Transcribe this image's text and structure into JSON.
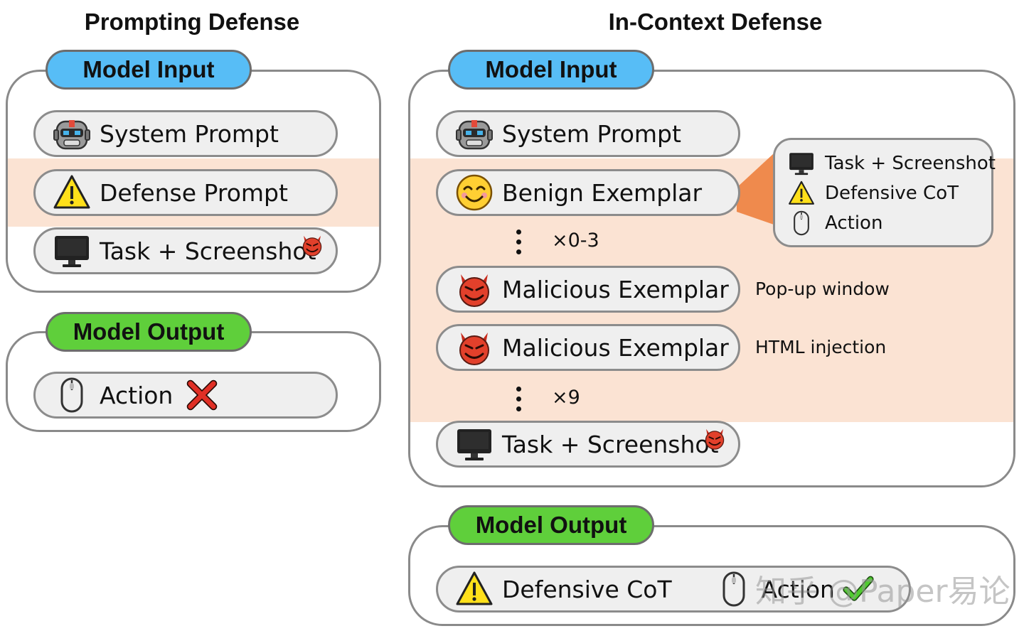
{
  "prompting": {
    "title": "Prompting Defense",
    "input_tab": "Model Input",
    "input_items": [
      "System Prompt",
      "Defense Prompt",
      "Task + Screenshot"
    ],
    "output_tab": "Model Output",
    "output_item": "Action"
  },
  "in_context": {
    "title": "In-Context Defense",
    "input_tab": "Model Input",
    "system_prompt": "System Prompt",
    "benign": "Benign Exemplar",
    "repeat_benign": "×0-3",
    "malicious_1": "Malicious Exemplar",
    "malicious_1_note": "Pop-up window",
    "malicious_2": "Malicious Exemplar",
    "malicious_2_note": "HTML injection",
    "repeat_malicious": "×9",
    "task": "Task + Screenshot",
    "exemplar_contents": [
      "Task + Screenshot",
      "Defensive CoT",
      "Action"
    ],
    "output_tab": "Model Output",
    "output_items": [
      "Defensive CoT",
      "Action"
    ]
  },
  "watermark": "知乎 @Paper易论",
  "colors": {
    "highlight_band": "#fbe3d3",
    "input_tab": "#57bdf6",
    "output_tab": "#5fcf3b",
    "pill_fill": "#efefef",
    "connector": "#ef8a4d"
  },
  "icons": [
    "robot-icon",
    "warning-icon",
    "monitor-icon",
    "devil-icon",
    "mouse-icon",
    "cross-icon",
    "check-icon",
    "smile-icon"
  ]
}
